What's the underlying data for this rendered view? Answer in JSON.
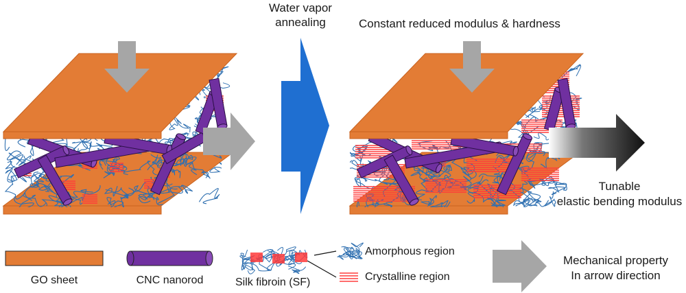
{
  "process": {
    "step_line1": "Water vapor",
    "step_line2": "annealing"
  },
  "after": {
    "constant_label": "Constant reduced modulus & hardness",
    "tunable_line1": "Tunable",
    "tunable_line2": "elastic bending modulus"
  },
  "legend": {
    "go_sheet": "GO sheet",
    "cnc_nanorod": "CNC nanorod",
    "silk_fibroin": "Silk fibroin (SF)",
    "amorphous": "Amorphous region",
    "crystalline": "Crystalline region",
    "mech_line1": "Mechanical property",
    "mech_line2": "In arrow direction"
  },
  "colors": {
    "go_sheet": "#e37c35",
    "go_edge": "#c8621f",
    "cnc_rod": "#7030a0",
    "fibroin": "#2e6fb0",
    "crystal": "#ff3b3b",
    "process_arrow": "#1f6fd1",
    "property_arrow": "#a6a6a6"
  }
}
